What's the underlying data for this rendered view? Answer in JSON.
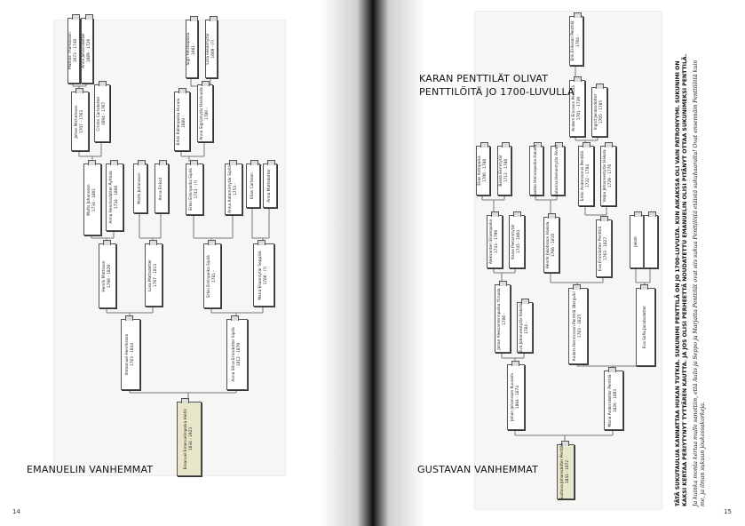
{
  "left_page": {
    "heading": "EMANUELIN VANHEMMAT",
    "page_number": "14",
    "persons": [
      {
        "id": "l1",
        "name": "Mattias Thomasson",
        "dates": "1673 - 1740"
      },
      {
        "id": "l2",
        "name": "Anna Johansdotter",
        "dates": "1689 - 1726"
      },
      {
        "id": "l3",
        "name": "Sigri Heiskopoika",
        "dates": "1661 -"
      },
      {
        "id": "l4",
        "name": "Liisa Feeanhytär",
        "dates": "1669 - (?)"
      },
      {
        "id": "l5",
        "name": "Johan Michelsson",
        "dates": "1707 - 1763"
      },
      {
        "id": "l6",
        "name": "Cristin Carlsdotter",
        "dates": "1694 - 1767"
      },
      {
        "id": "l7",
        "name": "Erkki Kallenpoika Hurula",
        "dates": "1689 -"
      },
      {
        "id": "l8",
        "name": "Anna Sigrijntytär Hanhiuola",
        "dates": "1700 -"
      },
      {
        "id": "l9",
        "name": "Matts Johansson",
        "dates": "1734 - 1801"
      },
      {
        "id": "l10",
        "name": "Anna Henriksdotter Äyhtola",
        "dates": "1734 - 1806"
      },
      {
        "id": "l11",
        "name": "Matts Johansson",
        "dates": ""
      },
      {
        "id": "l12",
        "name": "Anna Eriksd.",
        "dates": ""
      },
      {
        "id": "l13",
        "name": "Erkki Erkinpoika Sipilä",
        "dates": "1743 - (?)"
      },
      {
        "id": "l14",
        "name": "Anna Aatamintytär Sipilä",
        "dates": "1753 -"
      },
      {
        "id": "l15",
        "name": "Elias Carlsson",
        "dates": ""
      },
      {
        "id": "l16",
        "name": "Anna Mattsdotter",
        "dates": ""
      },
      {
        "id": "l17",
        "name": "Henrik Mattsson",
        "dates": "1766 - 1829"
      },
      {
        "id": "l18",
        "name": "Liisa Mattsdotter",
        "dates": "1767 - 1813"
      },
      {
        "id": "l19",
        "name": "Erkki Erkinpoika Sipilä",
        "dates": "1781 -"
      },
      {
        "id": "l20",
        "name": "Maria Eliaantytär Seppälä",
        "dates": "1786 - (?)"
      },
      {
        "id": "l21",
        "name": "Immanuel Henriksson",
        "dates": "1783 - 1844"
      },
      {
        "id": "l22",
        "name": "Anna Stina Ericsdotter Sipilä",
        "dates": "1812 - 1879"
      },
      {
        "id": "l23",
        "name": "Emanuel Emanuelinpoika Hietin",
        "dates": "1834 - 1923"
      }
    ]
  },
  "right_page": {
    "heading_line1": "KARAN PENTTILÄT OLIVAT",
    "heading_line2": "PENTTILÖITÄ JO 1700-LUVULLA",
    "heading_bottom": "GUSTAVAN VANHEMMAT",
    "page_number": "15",
    "persons": [
      {
        "id": "r1",
        "name": "Erik Eriksson Penttilä",
        "dates": "1704 -"
      },
      {
        "id": "r2",
        "name": "Anders Ericsson Penttilä",
        "dates": "1701 - 1739"
      },
      {
        "id": "r3",
        "name": "Ingrid Jacobsdotter",
        "dates": "1705 - 1785"
      },
      {
        "id": "r4",
        "name": "Elias Anttipoika",
        "dates": "1706 - 1788"
      },
      {
        "id": "r5",
        "name": "Beata Eerintytär",
        "dates": "1712 - 1788"
      },
      {
        "id": "r6",
        "name": "Jaakko Heinonpoika Hakola",
        "dates": ""
      },
      {
        "id": "r7",
        "name": "Katarina Heinontytär Alvari",
        "dates": ""
      },
      {
        "id": "r8",
        "name": "Erkki Anderssonin Penttilä",
        "dates": "1732 - 1784"
      },
      {
        "id": "r9",
        "name": "Valpu Johannestytär Hakola",
        "dates": "1729 - 1776"
      },
      {
        "id": "r10",
        "name": "Aleksanteri Eliaanpoika",
        "dates": "1743 - 1799"
      },
      {
        "id": "r11",
        "name": "Kaisa Pietarintytär",
        "dates": "1745 - 1804"
      },
      {
        "id": "r12",
        "name": "Henrik Jakobsson Hakola",
        "dates": "1766 - 1810"
      },
      {
        "id": "r13",
        "name": "Eva Ericsdotter Penttilä",
        "dates": "1763 - 1827"
      },
      {
        "id": "r14",
        "name": "Jakob",
        "dates": ""
      },
      {
        "id": "r15",
        "name": "",
        "dates": ""
      },
      {
        "id": "r16",
        "name": "Johan Aleksanterinpoika Yliruola",
        "dates": "1786 -"
      },
      {
        "id": "r17",
        "name": "Eva Johannestytär Hakola",
        "dates": "1784 -"
      },
      {
        "id": "r18",
        "name": "Anders Henricsson Penttilä (Bergvik)",
        "dates": "1783 - 1825"
      },
      {
        "id": "r19",
        "name": "Eva Sofia Jacobsdotter",
        "dates": ""
      },
      {
        "id": "r20",
        "name": "Johan Johansson Kuunola",
        "dates": "1804 - 1874"
      },
      {
        "id": "r21",
        "name": "Maria Andersdotter Penttilä",
        "dates": "1826 - 1883"
      },
      {
        "id": "r22",
        "name": "Gustava Johansdotter Penttilä",
        "dates": "1841 - 1872"
      }
    ],
    "side_text_caps": "TÄTÄ SUKUTAULUA KANNATTAA HUKAN TUTKIA. SUKUNIMI PENTTILÄ ON JO 1700-LUVULTA. KUN AIKAKSSA OLI VAIN PATRONYYMI. SUKUNIMI ON KAKSI KERTAA PERIYTYNYT TYTTÄREN KAUTTA. JA JOS OLISI PERHEETTÄ NOUDATETTU EMANUELIN OLISI PITÄNYT OTTAA SUKUNIMEKSI PENTTILÄ.",
    "side_text_italic": "Ja kuinka monta kertaa mulle sanottiin, että Aulis ja Seppo ja Marjatta Penttilät ovat siis sukua Penttilöitä etäistä sukuhaaralta! Ovat ensennäin Penttilöitä kuin me, ja ilman sukuun joukossakorkeja."
  }
}
